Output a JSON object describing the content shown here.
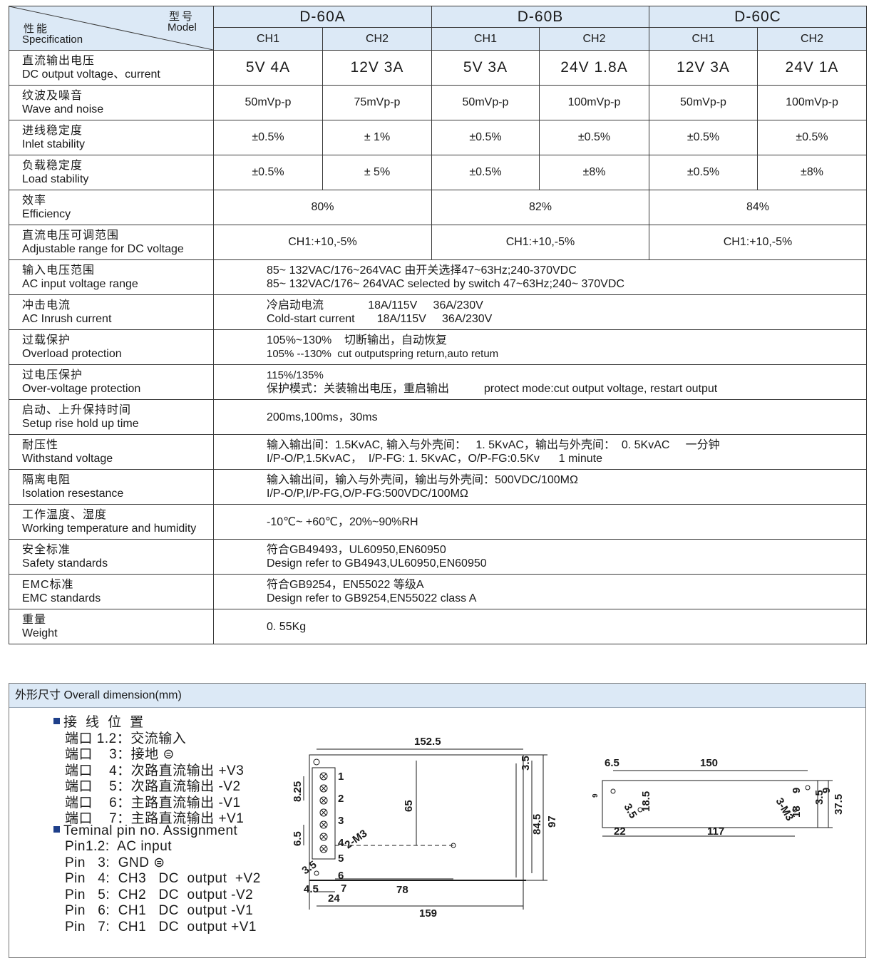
{
  "table": {
    "corner": {
      "model_cn": "型号",
      "model_en": "Model",
      "spec_cn": "性能",
      "spec_en": "Specification"
    },
    "models": [
      "D-60A",
      "D-60B",
      "D-60C"
    ],
    "channels": [
      "CH1",
      "CH2",
      "CH1",
      "CH2",
      "CH1",
      "CH2"
    ],
    "rows": {
      "output": {
        "cn": "直流输出电压",
        "en": "DC output voltage、current",
        "values": [
          "5V    4A",
          "12V  3A",
          "5V    3A",
          "24V    1.8A",
          "12V    3A",
          "24V   1A"
        ]
      },
      "ripple": {
        "cn": "纹波及噪音",
        "en": "Wave and noise",
        "values": [
          "50mVp-p",
          "75mVp-p",
          "50mVp-p",
          "100mVp-p",
          "50mVp-p",
          "100mVp-p"
        ]
      },
      "inlet": {
        "cn": "进线稳定度",
        "en": "Inlet stability",
        "values": [
          "±0.5%",
          "±  1%",
          "±0.5%",
          "±0.5%",
          "±0.5%",
          "±0.5%"
        ]
      },
      "load": {
        "cn": "负载稳定度",
        "en": "Load stability",
        "values": [
          "±0.5%",
          "±  5%",
          "±0.5%",
          "±8%",
          "±0.5%",
          "±8%"
        ]
      },
      "efficiency": {
        "cn": "效率",
        "en": "Efficiency",
        "values": [
          "80%",
          "82%",
          "84%"
        ]
      },
      "adjust": {
        "cn": "直流电压可调范围",
        "en": "Adjustable range for DC voltage",
        "values": [
          "CH1:+10,-5%",
          "CH1:+10,-5%",
          "CH1:+10,-5%"
        ]
      },
      "ac_input": {
        "cn": "输入电压范围",
        "en": "AC input voltage range",
        "line1": "85~ 132VAC/176~264VAC 由开关选择47~63Hz;240-370VDC",
        "line2": "85~ 132VAC/176~ 264VAC  selected by switch 47~63Hz;240~ 370VDC"
      },
      "inrush": {
        "cn": "冲击电流",
        "en": "AC Inrush current",
        "line1": "冷启动电流              18A/115V     36A/230V",
        "line2": "Cold-start current       18A/115V     36A/230V"
      },
      "overload": {
        "cn": "过载保护",
        "en": "Overload protection",
        "line1": "105%~130%    切断输出，自动恢复",
        "line2": "105% --130%  cut outputspring return,auto retum"
      },
      "overvoltage": {
        "cn": "过电压保护",
        "en": "Over-voltage protection",
        "line1": "115%/135%",
        "line2": "保护模式：关装输出电压，重启输出           protect mode:cut output voltage, restart output"
      },
      "setup": {
        "cn": "启动、上升保持时间",
        "en": "Setup rise hold up time",
        "line1": "200ms,100ms，30ms"
      },
      "withstand": {
        "cn": "耐压性",
        "en": "Withstand voltage",
        "line1": "输入输出间：1.5KvAC, 输入与外壳间：   1. 5KvAC，输出与外壳间：  0. 5KvAC     一分钟",
        "line2": "I/P-O/P,1.5KvAC，  I/P-FG: 1. 5KvAC，O/P-FG:0.5Kv      1 minute"
      },
      "isolation": {
        "cn": "隔离电阻",
        "en": "Isolation resestance",
        "line1": "输入输出间，输入与外壳间，输出与外壳间：500VDC/100MΩ",
        "line2": "I/P-O/P,I/P-FG,O/P-FG:500VDC/100MΩ"
      },
      "temp": {
        "cn": "工作温度、湿度",
        "en": "Working temperature and humidity",
        "line1": "-10℃~ +60℃，20%~90%RH"
      },
      "safety": {
        "cn": "安全标准",
        "en": "Safety standards",
        "line1": "符合GB49493，UL60950,EN60950",
        "line2": "Design refer to GB4943,UL60950,EN60950"
      },
      "emc": {
        "cn": "EMC标准",
        "en": "EMC standards",
        "line1": "符合GB9254，EN55022 等级A",
        "line2": "Design refer to GB9254,EN55022 class A"
      },
      "weight": {
        "cn": "重量",
        "en": "Weight",
        "line1": "0. 55Kg"
      }
    }
  },
  "dimension": {
    "title": "外形尺寸  Overall dimension(mm)",
    "pin_heading_cn": "接  线  位  置",
    "pins_cn": [
      "端口 1.2：交流输入",
      "端口    3：接地 ⊜",
      "端口    4：次路直流输出 +V3",
      "端口    5：次路直流输出 -V2",
      "端口    6：主路直流输出 -V1",
      "端口    7：主路直流输出 +V1"
    ],
    "pin_heading_en": "Teminal pin no. Assignment",
    "pins_en": [
      "Pin1.2:  AC input",
      "Pin   3:  GND ⊜",
      "Pin   4:  CH3   DC  output  +V2",
      "Pin   5:  CH2   DC  output -V2",
      "Pin   6:  CH1   DC  output -V1",
      "Pin   7:  CH1   DC  output +V1"
    ],
    "labels": {
      "d152_5": "152.5",
      "d65": "65",
      "d3_5a": "3.5",
      "d84_5": "84.5",
      "d97": "97",
      "d8_25": "8.25",
      "d6_5a": "6.5",
      "d2m3": "2-M3",
      "d3_5b": "3.5",
      "d4_5": "4.5",
      "d24": "24",
      "d78": "78",
      "d159": "159",
      "d7": "7",
      "p1": "1",
      "p2": "2",
      "p3": "3",
      "p4": "4",
      "p5": "5",
      "p6": "6",
      "p7": "7",
      "b6_5": "6.5",
      "b150": "150",
      "b18_5": "18.5",
      "b9a": "9",
      "b3_5a": "3.5",
      "b3m3": "3-M3",
      "b18": "18",
      "b9b": "9",
      "b3_5b": "3.5",
      "b37_5": "37.5",
      "b22": "22",
      "b117": "117",
      "b9c": "9"
    }
  }
}
